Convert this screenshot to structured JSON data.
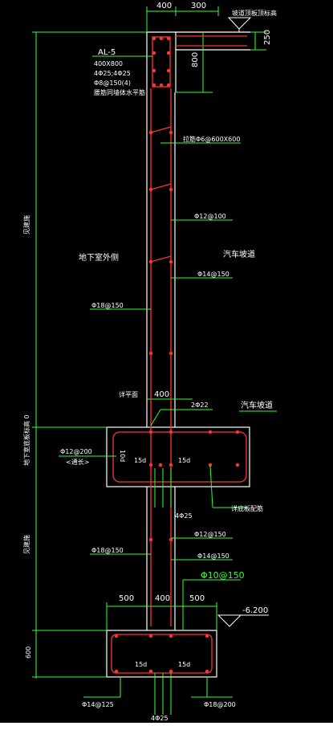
{
  "diagram": {
    "top_dims": [
      "400",
      "300"
    ],
    "top_right_note": "坡道顶板顶标高",
    "dim_250": "250",
    "dim_800": "800",
    "beam": {
      "name": "AL-5",
      "size": "400X800",
      "rebar": "4Φ25;4Φ25",
      "stirrup": "Φ8@150(4)",
      "note": "腰筋同墙体水平筋"
    },
    "tie_label": "拉筋Φ6@600X600",
    "left_region": "地下室外侧",
    "right_region": "汽车坡道",
    "wall_labels": [
      "Φ12@100",
      "Φ14@150",
      "Φ18@150",
      "Φ12@150",
      "Φ14@150"
    ],
    "left_vertical_top": "见建施",
    "left_vertical_mid": "地下室底板标高 0",
    "left_vertical_bottom": "见建施",
    "dim_600": "600",
    "mid_wall_label": "详平面",
    "mid_wall_dim": "400",
    "mid_rebar": "2Φ22",
    "ramp_label": "汽车坡道",
    "slab_left": "Φ12@200",
    "slab_left_note": "<通长>",
    "dim_10d": "10d",
    "dim_15d": "15d",
    "slab_below": "4Φ25",
    "slab_note": "详底板配筋",
    "footing_dims": [
      "500",
      "400",
      "500"
    ],
    "green_big": "Φ10@150",
    "elevation": "-6.200",
    "footing_bottom_left": "Φ14@125",
    "footing_bottom_right": "Φ18@200",
    "footing_bottom_mid": "4Φ25"
  }
}
